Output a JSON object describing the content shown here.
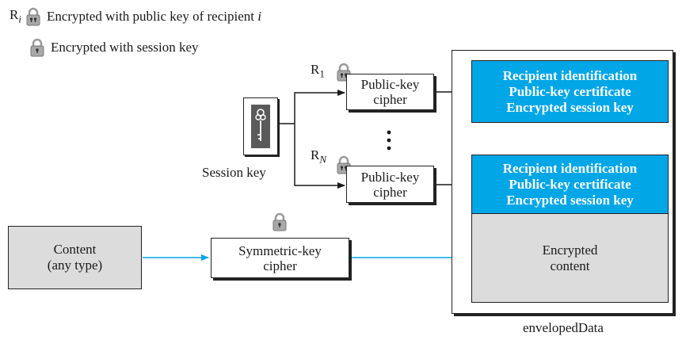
{
  "legend": {
    "public_prefix": "R",
    "public_prefix_sub": "i",
    "public_text": "Encrypted with public key of recipient ",
    "public_text_var": "i",
    "session_text": "Encrypted with session key"
  },
  "session_key_label": "Session key",
  "recipients": [
    {
      "label": "R",
      "sub": "1",
      "cipher_line1": "Public-key",
      "cipher_line2": "cipher"
    },
    {
      "label": "R",
      "sub": "N",
      "cipher_line1": "Public-key",
      "cipher_line2": "cipher"
    }
  ],
  "content": {
    "line1": "Content",
    "line2": "(any type)"
  },
  "symmetric": {
    "line1": "Symmetric-key",
    "line2": "cipher"
  },
  "enveloped": {
    "blocks": [
      {
        "line1": "Recipient identification",
        "line2": "Public-key certificate",
        "line3": "Encrypted session key"
      },
      {
        "line1": "Recipient identification",
        "line2": "Public-key certificate",
        "line3": "Encrypted session key"
      }
    ],
    "encrypted_line1": "Encrypted",
    "encrypted_line2": "content",
    "caption": "envelopedData"
  },
  "colors": {
    "blue": "#00a6e6",
    "arrow_blue": "#00a6e6",
    "gray": "#dcdcdc",
    "lock": "#9a9a9a"
  }
}
